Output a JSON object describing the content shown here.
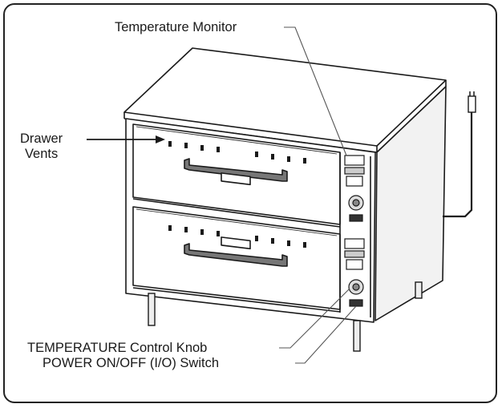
{
  "labels": {
    "temperature_monitor": "Temperature Monitor",
    "drawer_vents_line1": "Drawer",
    "drawer_vents_line2": "Vents",
    "temperature_control_knob": "TEMPERATURE Control Knob",
    "power_switch": "POWER ON/OFF (I/O) Switch"
  },
  "colors": {
    "line": "#1a1a1a",
    "leader": "#555555",
    "fill_light": "#ffffff",
    "fill_shade": "#e6e6e6"
  }
}
